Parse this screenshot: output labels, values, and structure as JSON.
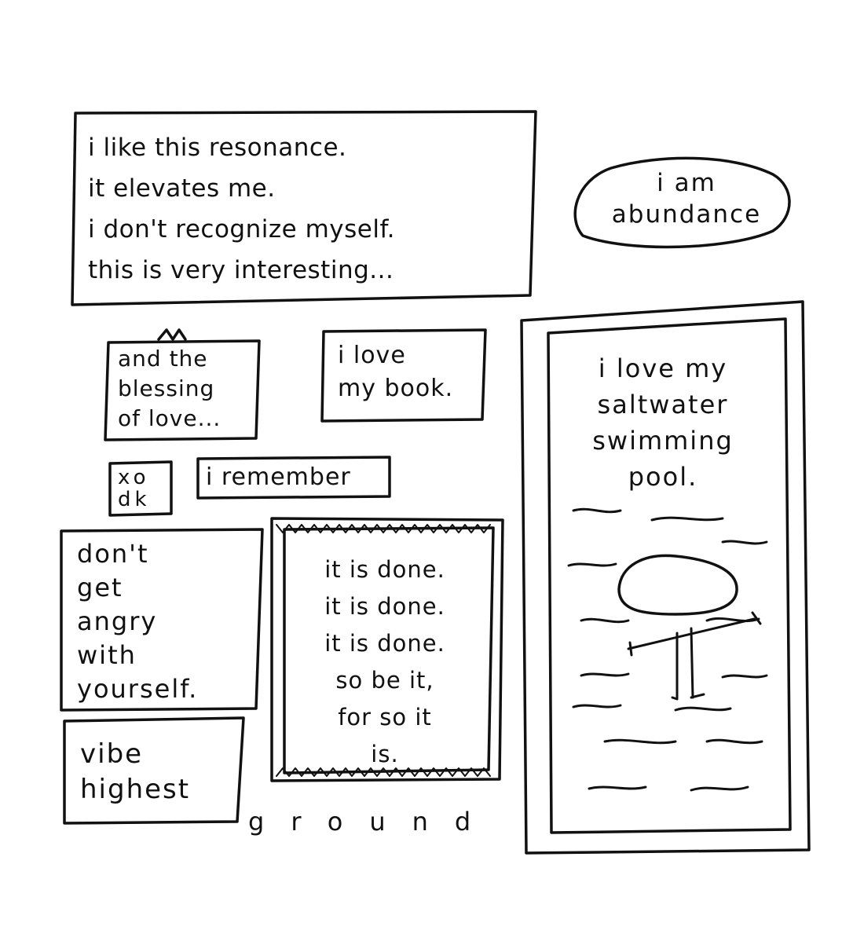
{
  "notes": {
    "resonance": [
      "i like this resonance.",
      "it elevates me.",
      "i don't recognize myself.",
      "this is very interesting..."
    ],
    "abundance": [
      "i am",
      "abundance"
    ],
    "blessing": [
      "and the",
      "blessing",
      "of love..."
    ],
    "book": [
      "i love",
      "my book."
    ],
    "xo": [
      "xo",
      "dk"
    ],
    "remember": "i remember",
    "angry": [
      "don't",
      "get",
      "angry",
      "with",
      "yourself."
    ],
    "vibe": [
      "vibe",
      "highest"
    ],
    "ground": "ground",
    "done": [
      "it is done.",
      "it is done.",
      "it is done.",
      "so be it,",
      "for so it",
      "is."
    ],
    "pool": [
      "i love my",
      "saltwater",
      "swimming",
      "pool."
    ]
  },
  "colors": {
    "ink": "#111111",
    "paper": "#ffffff"
  }
}
